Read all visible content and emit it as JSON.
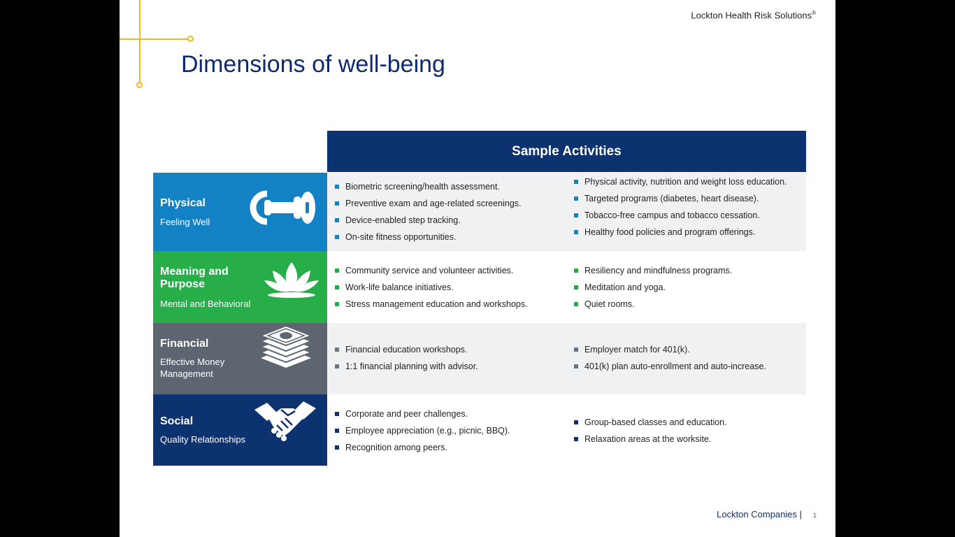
{
  "header": {
    "brand": "Lockton Health Risk Solutions",
    "brand_mark": "®"
  },
  "title": "Dimensions of well-being",
  "table_header": "Sample Activities",
  "rows": [
    {
      "name": "Physical",
      "subtitle": "Feeling Well",
      "icon": "dumbbell-icon",
      "left": [
        "Biometric screening/health assessment.",
        "Preventive exam and age-related screenings.",
        "Device-enabled step tracking.",
        "On-site fitness opportunities."
      ],
      "right": [
        "Physical activity, nutrition and weight loss education.",
        "Targeted programs (diabetes, heart disease).",
        "Tobacco-free campus and tobacco cessation.",
        "Healthy food policies and program offerings."
      ]
    },
    {
      "name": "Meaning and Purpose",
      "subtitle": "Mental and Behavioral",
      "icon": "lotus-icon",
      "left": [
        "Community service and volunteer activities.",
        "Work-life balance initiatives.",
        "Stress management education and workshops."
      ],
      "right": [
        "Resiliency and mindfulness programs.",
        "Meditation and yoga.",
        "Quiet rooms."
      ]
    },
    {
      "name": "Financial",
      "subtitle": "Effective Money Management",
      "icon": "money-stack-icon",
      "left": [
        "Financial education workshops.",
        "1:1 financial planning with advisor."
      ],
      "right": [
        "Employer match for 401(k).",
        "401(k) plan auto-enrollment and auto-increase."
      ]
    },
    {
      "name": "Social",
      "subtitle": "Quality Relationships",
      "icon": "handshake-icon",
      "left": [
        "Corporate and peer challenges.",
        "Employee appreciation (e.g., picnic, BBQ).",
        "Recognition among peers."
      ],
      "right": [
        "Group-based classes and education.",
        "Relaxation areas at the worksite."
      ]
    }
  ],
  "footer": {
    "company": "Lockton Companies |",
    "page": "1"
  },
  "colors": {
    "navy": "#0d3270",
    "blue": "#1382c5",
    "green": "#27ae49",
    "gray": "#5d6670",
    "accent": "#f2b71c"
  }
}
